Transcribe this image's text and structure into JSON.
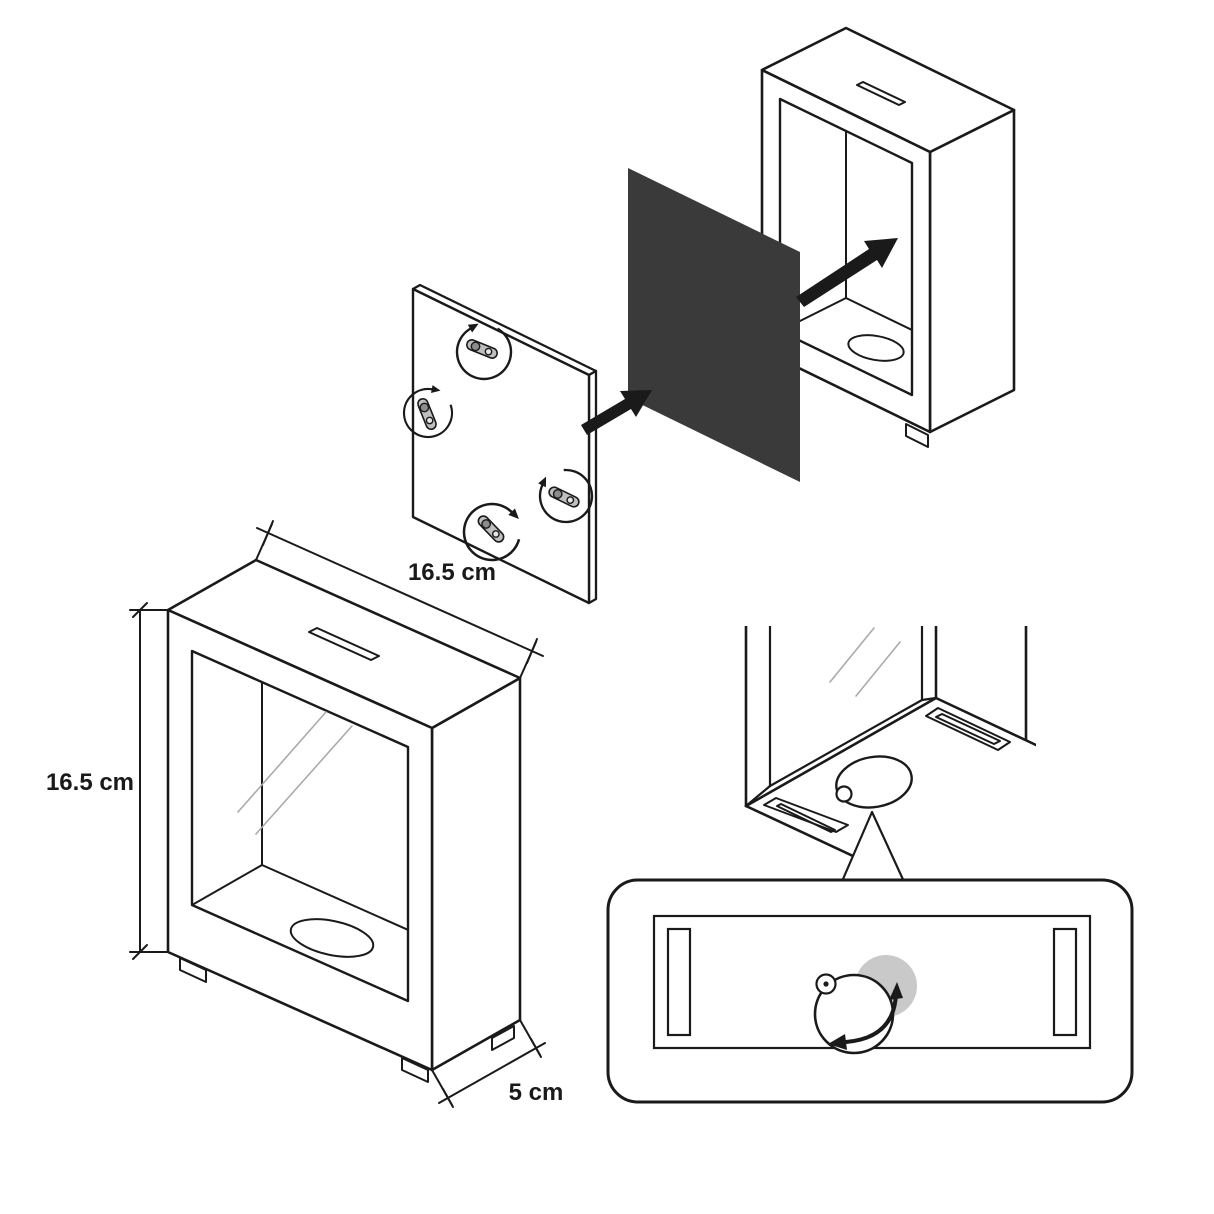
{
  "labels": {
    "width": "16.5 cm",
    "height": "16.5 cm",
    "depth": "5 cm"
  },
  "colors": {
    "line": "#1a1a1a",
    "insert_panel_fill": "#3a3a3a",
    "disc_hole_fill": "#c9c9c9",
    "clip_metal_fill": "#bfbfbf",
    "glass_reflection": "#aaaaaa",
    "background": "#ffffff"
  },
  "icons": {
    "rotation_arrow": "circular-arrow",
    "assembly_arrow": "thick-diagonal-arrow",
    "turn_arrow": "curved-double-head-arrow"
  }
}
